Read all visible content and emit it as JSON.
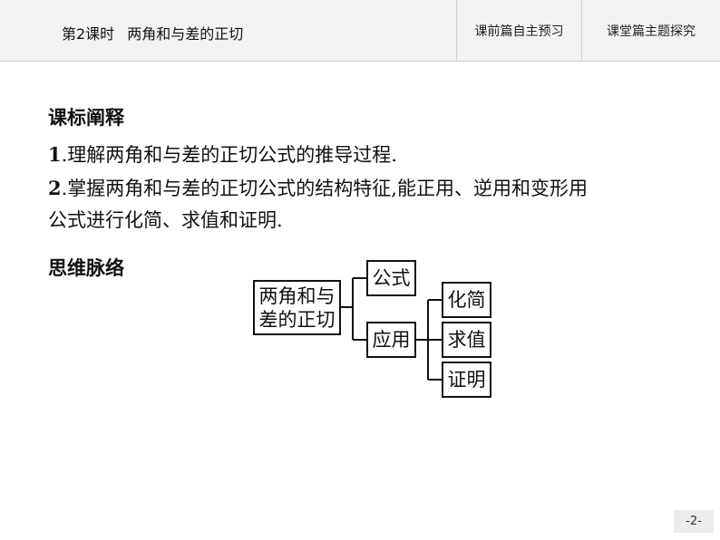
{
  "header": {
    "lesson": "第2课时",
    "title": "两角和与差的正切",
    "tabs": [
      {
        "label": "课前篇自主预习"
      },
      {
        "label": "课堂篇主题探究"
      }
    ]
  },
  "objectives": {
    "heading": "课标阐释",
    "items": [
      {
        "num": "1",
        "text": ".理解两角和与差的正切公式的推导过程."
      },
      {
        "num": "2",
        "text": ".掌握两角和与差的正切公式的结构特征,能正用、逆用和变形用"
      },
      {
        "num": "",
        "text": "公式进行化简、求值和证明."
      }
    ]
  },
  "mindmap": {
    "heading": "思维脉络",
    "root": "两角和与差的正切",
    "formula": "公式",
    "application": "应用",
    "uses": [
      "化简",
      "求值",
      "证明"
    ]
  },
  "footer": {
    "page": "-2-"
  }
}
